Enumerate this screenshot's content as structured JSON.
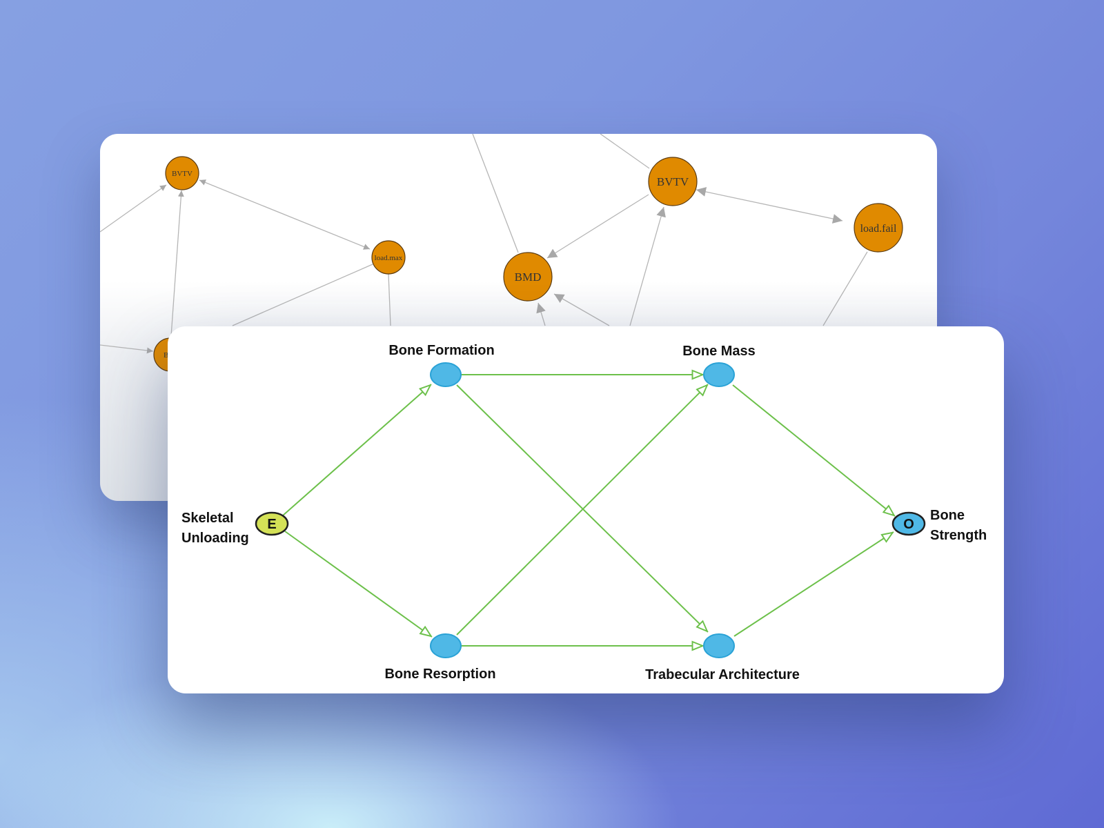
{
  "back_graph": {
    "nodes": {
      "bvtv_left": "BVTV",
      "load_max": "load.max",
      "bmd_left_partial": "BM",
      "bmd": "BMD",
      "bvtv_right": "BVTV",
      "load_fail": "load.fail"
    },
    "colors": {
      "node_fill": "#e08a00",
      "node_stroke": "#5a3a10",
      "edge": "#b5b5b5",
      "arrow": "#a8a8a8"
    }
  },
  "dag": {
    "exposure_node": {
      "symbol": "E",
      "label_line1": "Skeletal",
      "label_line2": "Unloading"
    },
    "outcome_node": {
      "symbol": "O",
      "label_line1": "Bone",
      "label_line2": "Strength"
    },
    "bone_formation": "Bone Formation",
    "bone_mass": "Bone Mass",
    "bone_resorption": "Bone Resorption",
    "trabecular_architecture": "Trabecular Architecture",
    "colors": {
      "edge": "#6cc04a",
      "exposure_fill": "#d4e157",
      "outcome_fill": "#4fb8e6",
      "node_fill": "#4fb8e6",
      "node_stroke": "#2aa2d6"
    }
  }
}
